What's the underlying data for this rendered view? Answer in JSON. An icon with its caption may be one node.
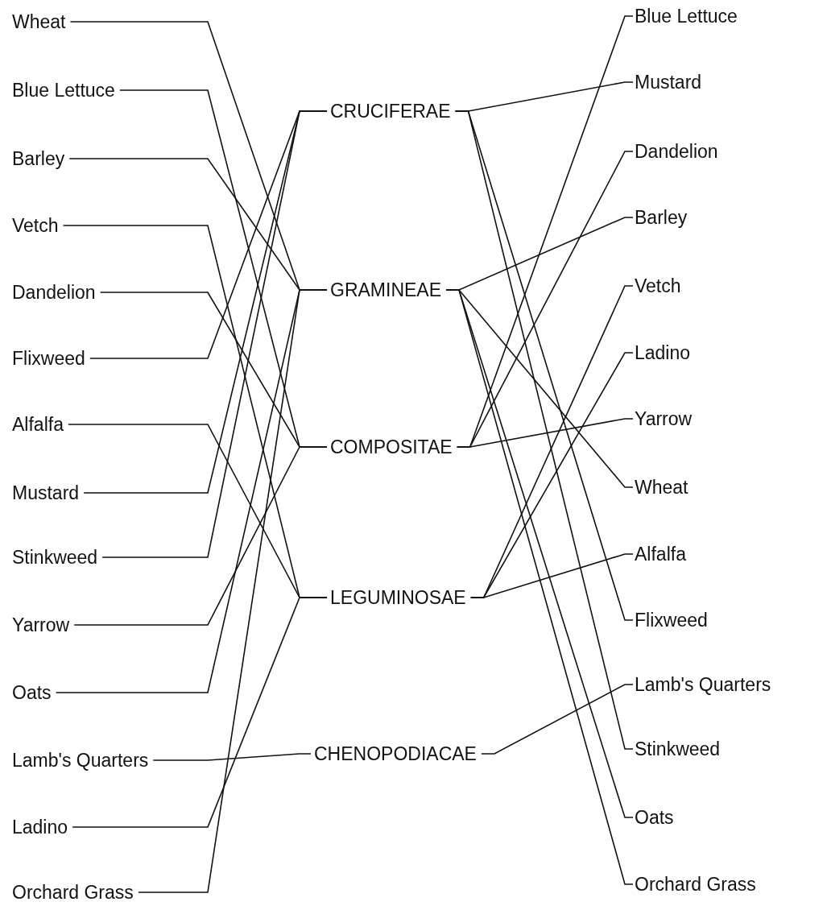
{
  "diagram": {
    "nodes": [
      {
        "text": [
          "Wheat"
        ]
      },
      {
        "text": [
          "Blue Lettuce"
        ]
      },
      {
        "text": [
          "Barley"
        ]
      },
      {
        "text": [
          "Vetch"
        ]
      },
      {
        "text": [
          "Dandelion"
        ]
      },
      {
        "text": [
          "Flixweed"
        ]
      },
      {
        "text": [
          "Alfalfa"
        ]
      },
      {
        "text": [
          "Mustard"
        ]
      },
      {
        "text": [
          "Stinkweed"
        ]
      },
      {
        "text": [
          "Yarrow"
        ]
      },
      {
        "text": [
          "Oats"
        ]
      },
      {
        "text": [
          "Lamb's Quarters"
        ]
      },
      {
        "text": [
          "Ladino"
        ]
      },
      {
        "text": [
          "Orchard Grass"
        ]
      },
      {
        "text": [
          "CRUCIFERAE"
        ]
      },
      {
        "text": [
          "GRAMINEAE"
        ]
      },
      {
        "text": [
          "COMPOSITAE"
        ]
      },
      {
        "text": [
          "LEGUMINOSAE"
        ]
      },
      {
        "text": [
          "CHENOPODIACAE"
        ]
      },
      {
        "text": [
          "Blue Lettuce"
        ]
      },
      {
        "text": [
          "Mustard"
        ]
      },
      {
        "text": [
          "Dandelion"
        ]
      },
      {
        "text": [
          "Barley"
        ]
      },
      {
        "text": [
          "Vetch"
        ]
      },
      {
        "text": [
          "Ladino"
        ]
      },
      {
        "text": [
          "Yarrow"
        ]
      },
      {
        "text": [
          "Wheat"
        ]
      },
      {
        "text": [
          "Alfalfa"
        ]
      },
      {
        "text": [
          "Flixweed"
        ]
      },
      {
        "text": [
          "Lamb's Quarters"
        ]
      },
      {
        "text": [
          "Stinkweed"
        ]
      },
      {
        "text": [
          "Oats"
        ]
      },
      {
        "text": [
          "Orchard Grass"
        ]
      }
    ],
    "edges": [
      {
        "from": 0,
        "to": 15,
        "arrow": "none"
      },
      {
        "from": 1,
        "to": 16,
        "arrow": "none"
      },
      {
        "from": 2,
        "to": 15,
        "arrow": "none"
      },
      {
        "from": 3,
        "to": 17,
        "arrow": "none"
      },
      {
        "from": 4,
        "to": 16,
        "arrow": "none"
      },
      {
        "from": 5,
        "to": 14,
        "arrow": "none"
      },
      {
        "from": 6,
        "to": 17,
        "arrow": "none"
      },
      {
        "from": 7,
        "to": 14,
        "arrow": "none"
      },
      {
        "from": 8,
        "to": 14,
        "arrow": "none"
      },
      {
        "from": 9,
        "to": 16,
        "arrow": "none"
      },
      {
        "from": 10,
        "to": 15,
        "arrow": "none"
      },
      {
        "from": 11,
        "to": 18,
        "arrow": "none"
      },
      {
        "from": 12,
        "to": 17,
        "arrow": "none"
      },
      {
        "from": 13,
        "to": 15,
        "arrow": "none"
      },
      {
        "from": 14,
        "to": 20,
        "arrow": "none"
      },
      {
        "from": 14,
        "to": 28,
        "arrow": "none"
      },
      {
        "from": 14,
        "to": 30,
        "arrow": "none"
      },
      {
        "from": 15,
        "to": 22,
        "arrow": "none"
      },
      {
        "from": 15,
        "to": 26,
        "arrow": "none"
      },
      {
        "from": 15,
        "to": 31,
        "arrow": "none"
      },
      {
        "from": 15,
        "to": 32,
        "arrow": "none"
      },
      {
        "from": 16,
        "to": 19,
        "arrow": "none"
      },
      {
        "from": 16,
        "to": 21,
        "arrow": "none"
      },
      {
        "from": 16,
        "to": 25,
        "arrow": "none"
      },
      {
        "from": 17,
        "to": 23,
        "arrow": "none"
      },
      {
        "from": 17,
        "to": 24,
        "arrow": "none"
      },
      {
        "from": 17,
        "to": 27,
        "arrow": "none"
      },
      {
        "from": 18,
        "to": 29,
        "arrow": "none"
      }
    ]
  }
}
